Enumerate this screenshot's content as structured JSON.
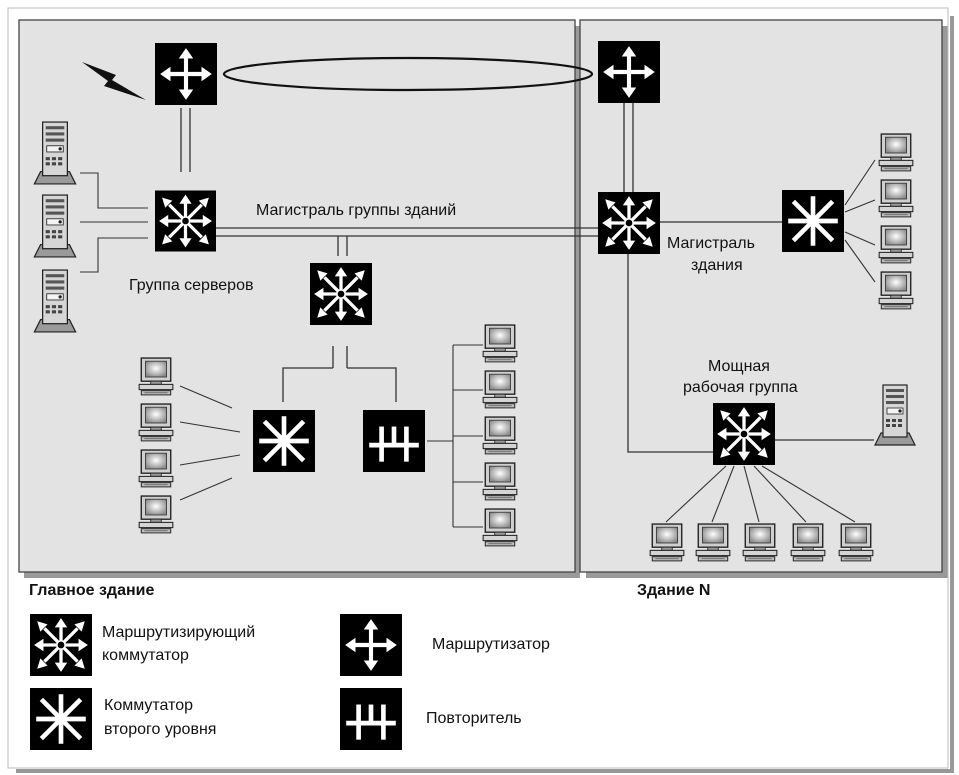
{
  "buildings": {
    "main": {
      "label": "Главное здание"
    },
    "n": {
      "label": "Здание N"
    }
  },
  "labels": {
    "campus_backbone": "Магистраль группы зданий",
    "server_group": "Группа серверов",
    "building_backbone_line1": "Магистраль",
    "building_backbone_line2": "здания",
    "power_group_line1": "Мощная",
    "power_group_line2": "рабочая группа"
  },
  "legend": {
    "routing_switch_line1": "Маршрутизирующий",
    "routing_switch_line2": "коммутатор",
    "router": "Маршрутизатор",
    "l2_switch_line1": "Коммутатор",
    "l2_switch_line2": "второго уровня",
    "repeater": "Повторитель"
  },
  "icons": {
    "router": "router-icon",
    "routing_switch": "routing-switch-icon",
    "l2_switch": "layer2-switch-icon",
    "repeater": "repeater-icon",
    "server": "server-tower-icon",
    "workstation": "workstation-icon",
    "wireless": "lightning-bolt-icon"
  },
  "colors": {
    "building_fill": "#e3e3e3",
    "device_fill": "#000000",
    "shadow": "#9a9a9a"
  }
}
